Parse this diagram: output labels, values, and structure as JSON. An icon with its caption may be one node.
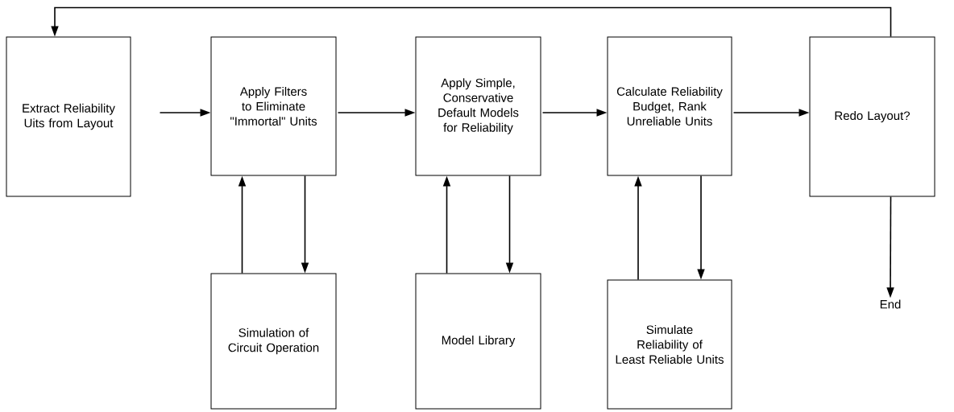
{
  "diagram": {
    "nodes": [
      {
        "text": [
          "Extract Reliability Uits from Layout"
        ]
      },
      {
        "text": [
          "Apply Filters to Eliminate \"Immortal\" Units"
        ]
      },
      {
        "text": [
          "Apply Simple, Conservative Default Models for Reliability"
        ]
      },
      {
        "text": [
          "Calculate Reliability Budget, Rank Unreliable Units"
        ]
      },
      {
        "text": [
          "Redo Layout?"
        ]
      },
      {
        "text": [
          "Simulation of Circuit Operation"
        ]
      },
      {
        "text": [
          "Model Library"
        ]
      },
      {
        "text": [
          "Simulate Reliability of Least Reliable Units"
        ]
      },
      {
        "text": [
          "End"
        ]
      }
    ],
    "edges": [
      {
        "from": 0,
        "to": 1,
        "arrow": "to"
      },
      {
        "from": 1,
        "to": 2,
        "arrow": "to"
      },
      {
        "from": 2,
        "to": 3,
        "arrow": "to"
      },
      {
        "from": 3,
        "to": 4,
        "arrow": "to"
      },
      {
        "from": 5,
        "to": 1,
        "arrow": "to"
      },
      {
        "from": 1,
        "to": 5,
        "arrow": "to"
      },
      {
        "from": 6,
        "to": 2,
        "arrow": "to"
      },
      {
        "from": 2,
        "to": 6,
        "arrow": "to"
      },
      {
        "from": 7,
        "to": 3,
        "arrow": "to"
      },
      {
        "from": 3,
        "to": 7,
        "arrow": "to"
      },
      {
        "from": 4,
        "to": 8,
        "arrow": "to"
      },
      {
        "from": 4,
        "to": 0,
        "arrow": "to"
      }
    ]
  }
}
